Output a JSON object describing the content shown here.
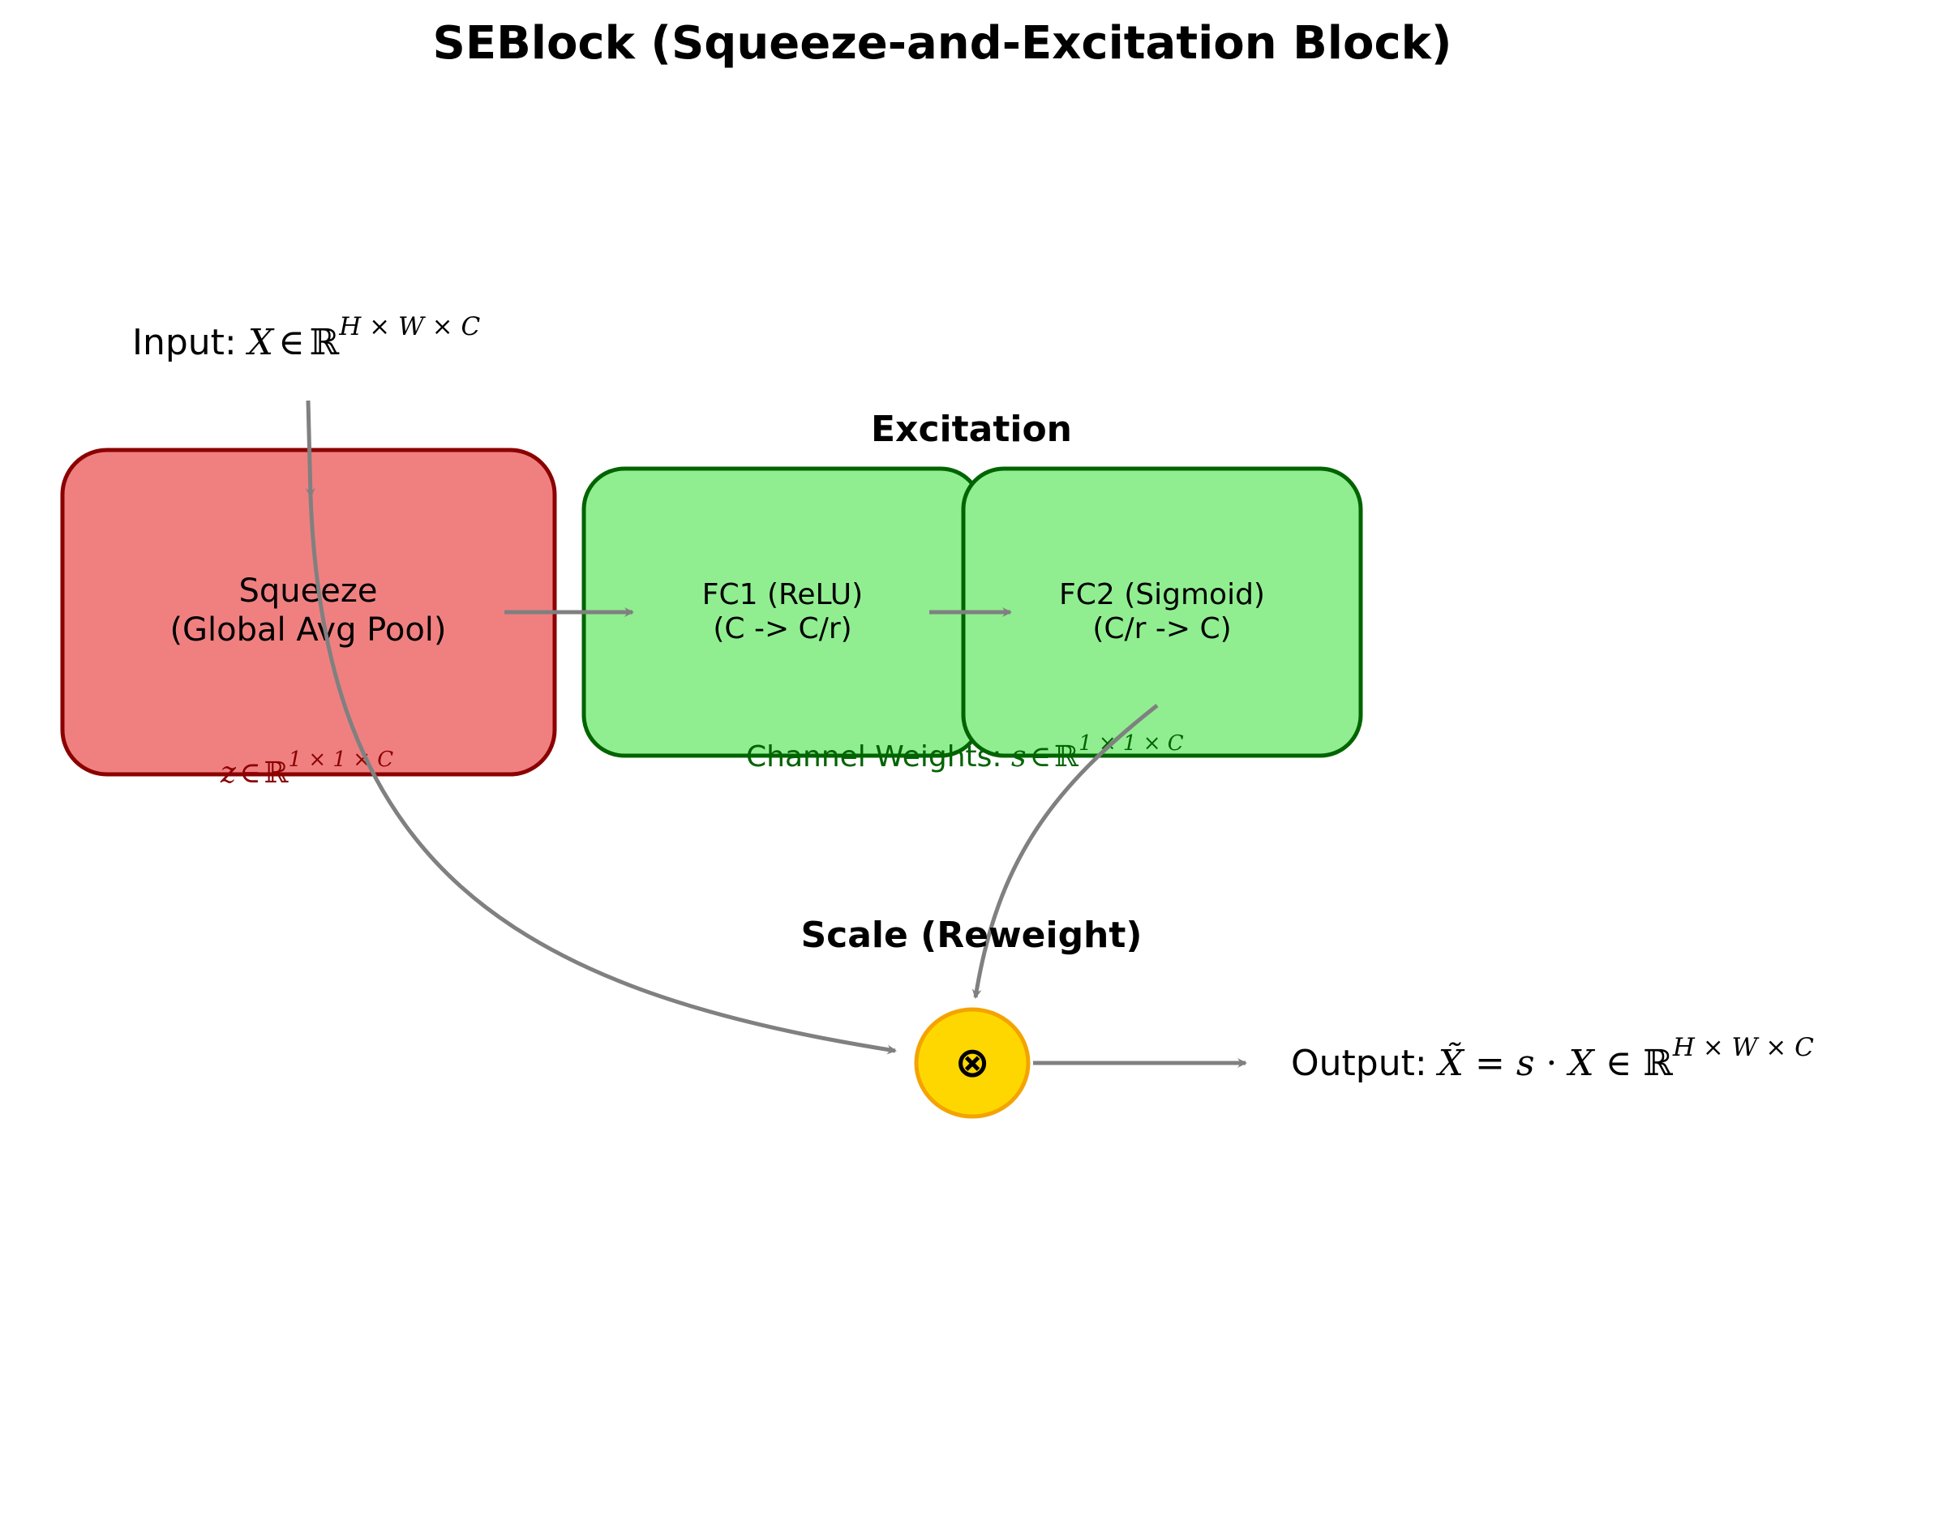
{
  "title": "SEBlock (Squeeze-and-Excitation Block)",
  "input_label": {
    "prefix": "Input: ",
    "math_var": "X",
    "math_in": "∈",
    "math_set": "ℝ",
    "superscript": "H × W × C"
  },
  "squeeze": {
    "line1": "Squeeze",
    "line2": "(Global Avg Pool)",
    "out_var": "z",
    "out_in": "∈",
    "out_set": "ℝ",
    "out_sup": "1 × 1 × C"
  },
  "excitation": {
    "header": "Excitation",
    "fc1_line1": "FC1 (ReLU)",
    "fc1_line2": "(C -> C/r)",
    "fc2_line1": "FC2 (Sigmoid)",
    "fc2_line2": "(C/r -> C)",
    "weights_prefix": "Channel Weights: ",
    "weights_var": "s",
    "weights_in": "∈",
    "weights_set": "ℝ",
    "weights_sup": "1 × 1 × C"
  },
  "scale": {
    "header": "Scale (Reweight)",
    "symbol": "⊗"
  },
  "output_label": {
    "prefix": "Output: ",
    "xtilde": "X̃",
    "eq": " = ",
    "s": "s",
    "dot": " · ",
    "x": "X",
    "in": " ∈ ",
    "set": "ℝ",
    "superscript": "H × W × C"
  },
  "colors": {
    "squeeze_fill": "#f08080",
    "squeeze_stroke": "#8b0000",
    "fc_fill": "#90ee90",
    "fc_stroke": "#006400",
    "scale_fill": "#ffd700",
    "scale_stroke": "#f4a300",
    "arrow": "#808080",
    "squeeze_note": "#8b0000",
    "weights_note": "#006400"
  }
}
